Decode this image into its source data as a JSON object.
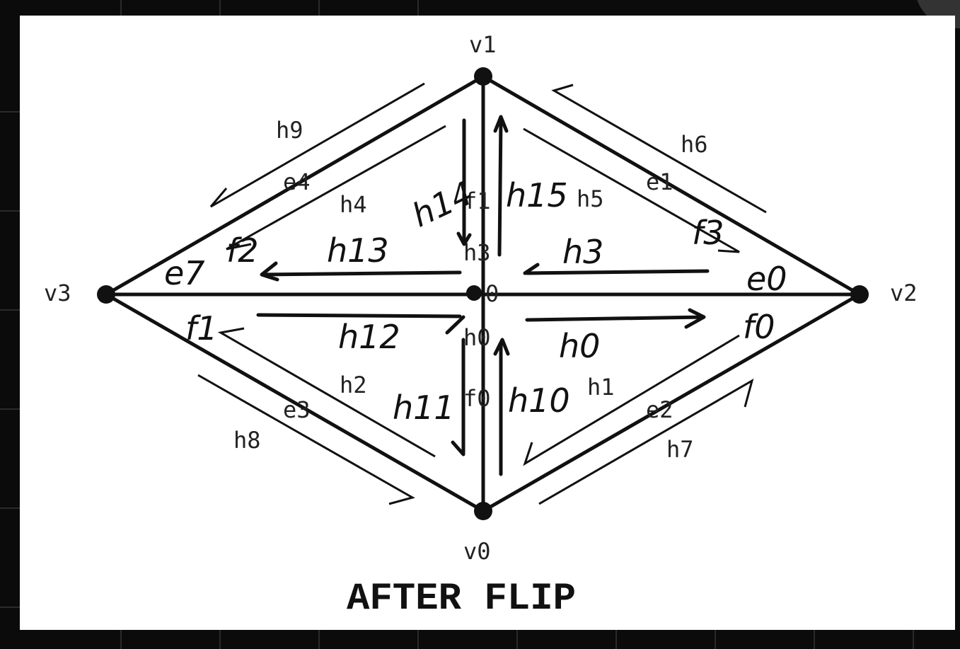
{
  "title": "AFTER FLIP",
  "vertices": {
    "v0": "v0",
    "v1": "v1",
    "v2": "v2",
    "v3": "v3"
  },
  "center_label": "0",
  "printed": {
    "h9": "h9",
    "h6": "h6",
    "h8": "h8",
    "h7": "h7",
    "e4": "e4",
    "e1": "e1",
    "e3": "e3",
    "e2": "e2",
    "h4": "h4",
    "h5": "h5",
    "h2": "h2",
    "h1": "h1",
    "f1": "f1",
    "f0": "f0",
    "h3": "h3",
    "h0": "h0"
  },
  "handwritten": {
    "h13": "h13",
    "h14": "h14",
    "h15": "h15",
    "h3": "h3",
    "h12": "h12",
    "h0": "h0",
    "h11": "h11",
    "h10": "h10",
    "f2": "f2",
    "f3": "f3",
    "f1": "f1",
    "f0": "f0",
    "e7": "e7",
    "e0": "e0"
  }
}
